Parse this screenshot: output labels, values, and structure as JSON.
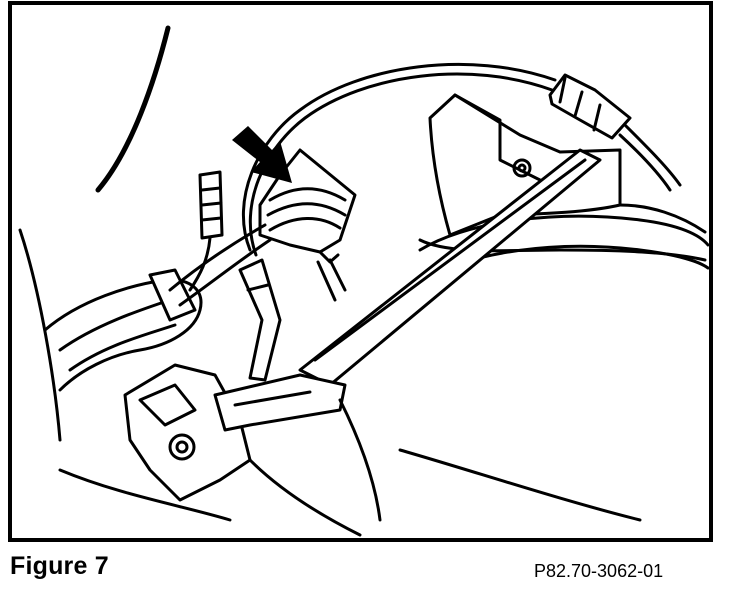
{
  "figure": {
    "caption": "Figure 7",
    "code": "P82.70-3062-01"
  },
  "colors": {
    "line": "#000000",
    "background": "#ffffff"
  },
  "illustration": {
    "subject": "line drawing",
    "callout_arrow": "arrow-icon"
  }
}
